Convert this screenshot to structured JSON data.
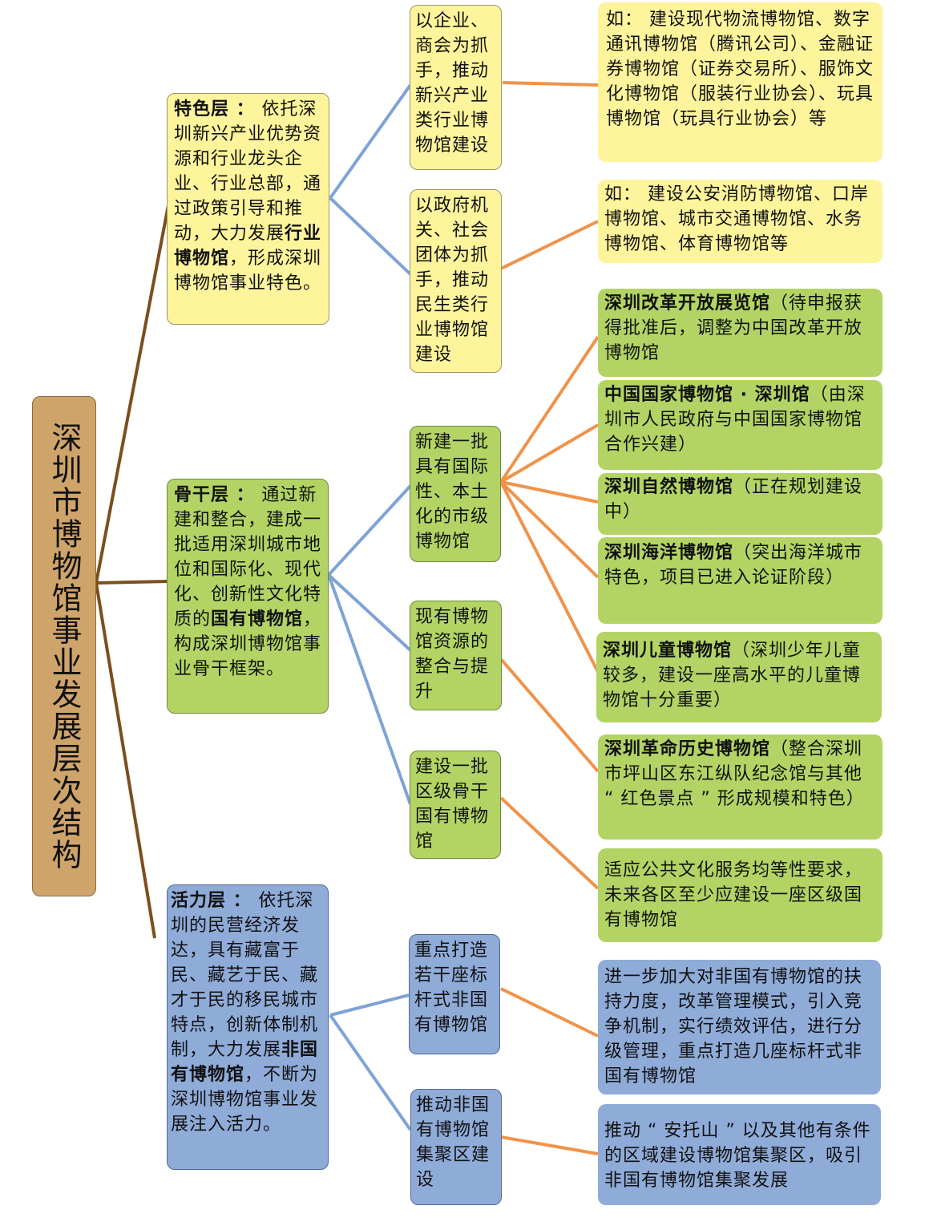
{
  "root": {
    "title": "深圳市博物馆事业发展层次结构"
  },
  "layers": [
    {
      "id": "specialty",
      "color": "#fdf49c",
      "label": "特色层",
      "sep": " ： ",
      "text_before": "依托深圳新兴产业优势资源和行业龙头企业、行业总部，通过政策引导和推动，大力发展",
      "bold": "行业博物馆",
      "text_after": "，形成深圳博物馆事业特色。",
      "strategies": [
        {
          "text": "以企业、商会为抓手，推动新兴产业类行业博物馆建设",
          "examples": [
            {
              "bold": "",
              "text": "如： 建设现代物流博物馆、数字通讯博物馆（腾讯公司）、金融证券博物馆（证券交易所）、服饰文化博物馆（服装行业协会）、玩具博物馆（玩具行业协会）等"
            }
          ]
        },
        {
          "text": "以政府机关、社会团体为抓手，推动民生类行业博物馆建设",
          "examples": [
            {
              "bold": "",
              "text": "如： 建设公安消防博物馆、口岸博物馆、城市交通博物馆、水务博物馆、体育博物馆等"
            }
          ]
        }
      ]
    },
    {
      "id": "backbone",
      "color": "#b3d465",
      "label": "骨干层",
      "sep": " ： ",
      "text_before": "通过新建和整合，建成一批适用深圳城市地位和国际化、现代化、创新性文化特质的",
      "bold": "国有博物馆",
      "text_after": "，构成深圳博物馆事业骨干框架。",
      "strategies": [
        {
          "text": "新建一批具有国际性、本土化的市级博物馆",
          "examples": [
            {
              "bold": "深圳改革开放展览馆",
              "text": "（待申报获得批准后，调整为中国改革开放博物馆"
            },
            {
              "bold": "中国国家博物馆 · 深圳馆",
              "text": "（由深圳市人民政府与中国国家博物馆合作兴建）"
            },
            {
              "bold": "深圳自然博物馆",
              "text": "（正在规划建设中）"
            },
            {
              "bold": "深圳海洋博物馆",
              "text": "（突出海洋城市特色，项目已进入论证阶段）"
            },
            {
              "bold": "深圳儿童博物馆",
              "text": "（深圳少年儿童较多，建设一座高水平的儿童博物馆十分重要）"
            }
          ]
        },
        {
          "text": "现有博物馆资源的整合与提升",
          "examples": [
            {
              "bold": "深圳革命历史博物馆",
              "text": "（整合深圳市坪山区东江纵队纪念馆与其他 “ 红色景点 ” 形成规模和特色）"
            }
          ]
        },
        {
          "text": "建设一批区级骨干国有博物馆",
          "examples": [
            {
              "bold": "",
              "text": "适应公共文化服务均等性要求，未来各区至少应建设一座区级国有博物馆"
            }
          ]
        }
      ]
    },
    {
      "id": "vitality",
      "color": "#8fabd8",
      "label": "活力层",
      "sep": " ： ",
      "text_before": "依托深圳的民营经济发达，具有藏富于民、藏艺于民、藏才于民的移民城市特点，创新体制机制，大力发展",
      "bold": "非国有博物馆",
      "text_after": "，不断为深圳博物馆事业发展注入活力。",
      "strategies": [
        {
          "text": "重点打造若干座标杆式非国有博物馆",
          "examples": [
            {
              "bold": "",
              "text": "进一步加大对非国有博物馆的扶持力度，改革管理模式，引入竞争机制，实行绩效评估，进行分级管理，重点打造几座标杆式非国有博物馆"
            }
          ]
        },
        {
          "text": "推动非国有博物馆集聚区建设",
          "examples": [
            {
              "bold": "",
              "text": "推动 “ 安托山 ” 以及其他有条件的区域建设博物馆集聚区，吸引非国有博物馆集聚发展"
            }
          ]
        }
      ]
    }
  ],
  "colors": {
    "root_fill": "#cfa46a",
    "root_line": "#7b4f1d",
    "layer_to_strategy_line": "#7fa3d6",
    "strategy_to_example_line": "#f0934a",
    "yellow": "#fdf49c",
    "green": "#b3d465",
    "blue": "#8fabd8"
  }
}
